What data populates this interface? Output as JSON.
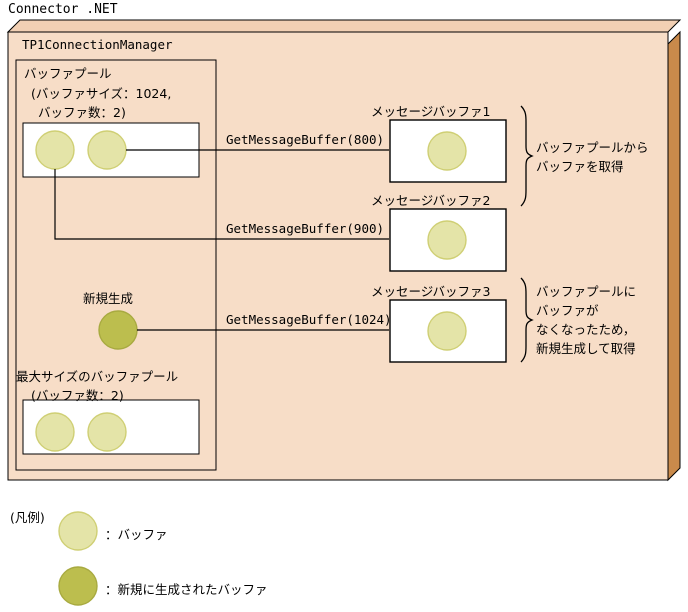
{
  "diagram": {
    "title": "Connector .NET",
    "outer_box_label": "TP1ConnectionManager",
    "colors": {
      "outer_fill": "#f7ddc7",
      "outer_side": "#c98a4b",
      "outer_stroke": "#000000",
      "buffer_fill": "#e4e4a8",
      "buffer_stroke": "#cfcf74",
      "new_buffer_fill": "#bcbe4e",
      "new_buffer_stroke": "#a8aa40",
      "inner_fill": "#ffffff",
      "page_bg": "#ffffff"
    },
    "buffer_pool": {
      "title": "バッファプール",
      "line2": "(バッファサイズ：1024,",
      "line3": "バッファ数：2)",
      "buffer_count": 2
    },
    "new_buffer": {
      "label": "新規生成"
    },
    "max_pool": {
      "title": "最大サイズのバッファプール",
      "line2": "(バッファ数：2)",
      "buffer_count": 2
    },
    "calls": [
      {
        "label": "GetMessageBuffer(800)"
      },
      {
        "label": "GetMessageBuffer(900)"
      },
      {
        "label": "GetMessageBuffer(1024)"
      }
    ],
    "message_buffers": [
      {
        "title": "メッセージバッファ1"
      },
      {
        "title": "メッセージバッファ2"
      },
      {
        "title": "メッセージバッファ3"
      }
    ],
    "annotations": [
      {
        "lines": [
          "バッファプールから",
          "バッファを取得"
        ]
      },
      {
        "lines": [
          "バッファプールに",
          "バッファが",
          "なくなったため，",
          "新規生成して取得"
        ]
      }
    ],
    "legend": {
      "title": "(凡例)",
      "items": [
        {
          "marker": "buffer-circle",
          "label": "：バッファ"
        },
        {
          "marker": "new-buffer-circle",
          "label": "：新規に生成されたバッファ"
        }
      ]
    }
  }
}
